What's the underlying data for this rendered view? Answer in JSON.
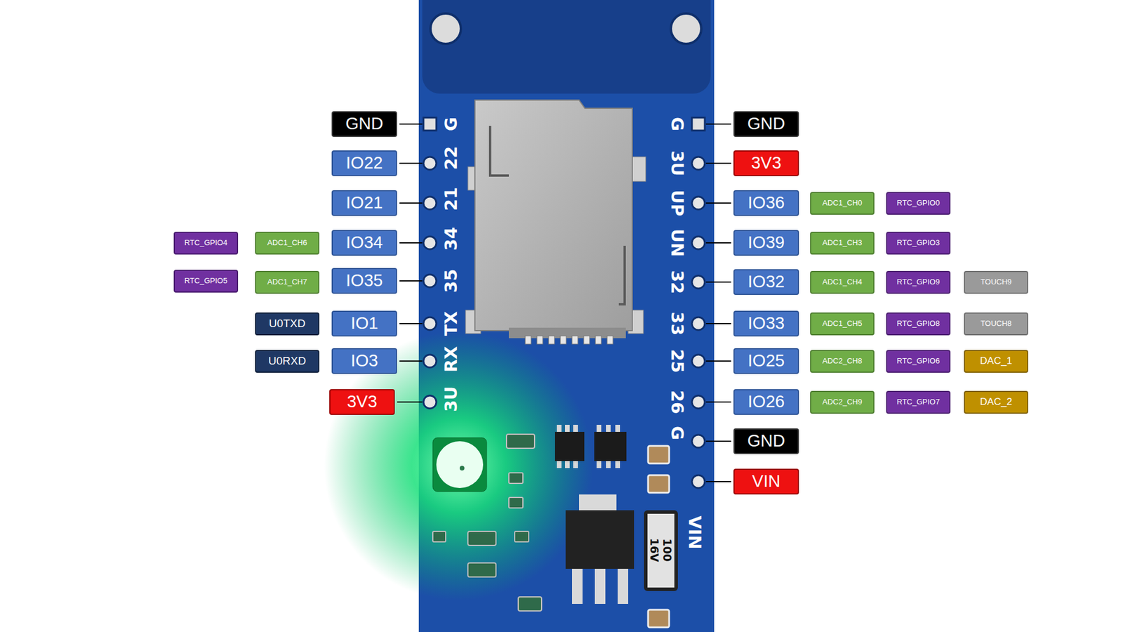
{
  "diagram": {
    "nodes": [
      {
        "text": [
          "GND"
        ]
      },
      {
        "text": [
          "GND"
        ]
      },
      {
        "text": [
          "IO22"
        ]
      },
      {
        "text": [
          "3V3"
        ]
      },
      {
        "text": [
          "IO21"
        ]
      },
      {
        "text": [
          "IO36"
        ]
      },
      {
        "text": [
          "ADC1_CH0"
        ]
      },
      {
        "text": [
          "RTC_GPIO0"
        ]
      },
      {
        "text": [
          "RTC_GPIO4"
        ]
      },
      {
        "text": [
          "ADC1_CH6"
        ]
      },
      {
        "text": [
          "IO34"
        ]
      },
      {
        "text": [
          "IO39"
        ]
      },
      {
        "text": [
          "ADC1_CH3"
        ]
      },
      {
        "text": [
          "RTC_GPIO3"
        ]
      },
      {
        "text": [
          "RTC_GPIO5"
        ]
      },
      {
        "text": [
          "ADC1_CH7"
        ]
      },
      {
        "text": [
          "IO35"
        ]
      },
      {
        "text": [
          "IO32"
        ]
      },
      {
        "text": [
          "ADC1_CH4"
        ]
      },
      {
        "text": [
          "RTC_GPIO9"
        ]
      },
      {
        "text": [
          "TOUCH9"
        ]
      },
      {
        "text": [
          "U0TXD"
        ]
      },
      {
        "text": [
          "IO1"
        ]
      },
      {
        "text": [
          "IO33"
        ]
      },
      {
        "text": [
          "ADC1_CH5"
        ]
      },
      {
        "text": [
          "RTC_GPIO8"
        ]
      },
      {
        "text": [
          "TOUCH8"
        ]
      },
      {
        "text": [
          "U0RXD"
        ]
      },
      {
        "text": [
          "IO3"
        ]
      },
      {
        "text": [
          "IO25"
        ]
      },
      {
        "text": [
          "ADC2_CH8"
        ]
      },
      {
        "text": [
          "RTC_GPIO6"
        ]
      },
      {
        "text": [
          "DAC_1"
        ]
      },
      {
        "text": [
          "3V3"
        ]
      },
      {
        "text": [
          "IO26"
        ]
      },
      {
        "text": [
          "ADC2_CH9"
        ]
      },
      {
        "text": [
          "RTC_GPIO7"
        ]
      },
      {
        "text": [
          "DAC_2"
        ]
      },
      {
        "text": [
          "GND"
        ]
      },
      {
        "text": [
          "VIN"
        ]
      }
    ],
    "labels": [
      "G",
      "22",
      "21",
      "34",
      "35",
      "TX",
      "RX",
      "3U",
      "G",
      "3U",
      "UP",
      "UN",
      "32",
      "33",
      "25",
      "26",
      "G",
      "VIN",
      "100",
      "16V"
    ]
  }
}
